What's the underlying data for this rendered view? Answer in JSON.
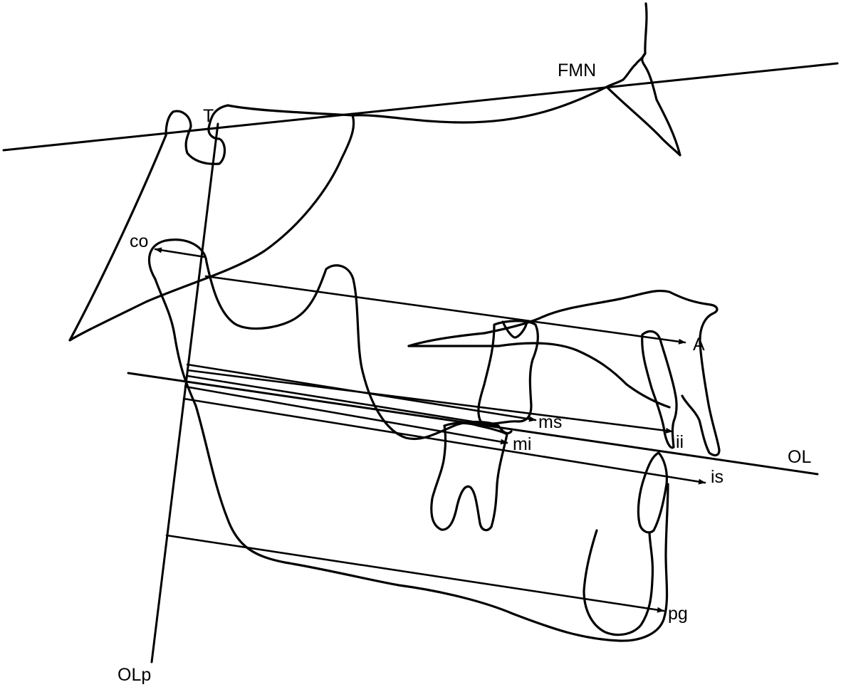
{
  "labels": {
    "fmn": "FMN",
    "t": "T",
    "co": "co",
    "a": "A",
    "ms": "ms",
    "mi": "mi",
    "ii": "ii",
    "ol": "OL",
    "is": "is",
    "pg": "pg",
    "olp": "OLp"
  },
  "colors": {
    "stroke": "#000000",
    "background": "#ffffff"
  }
}
